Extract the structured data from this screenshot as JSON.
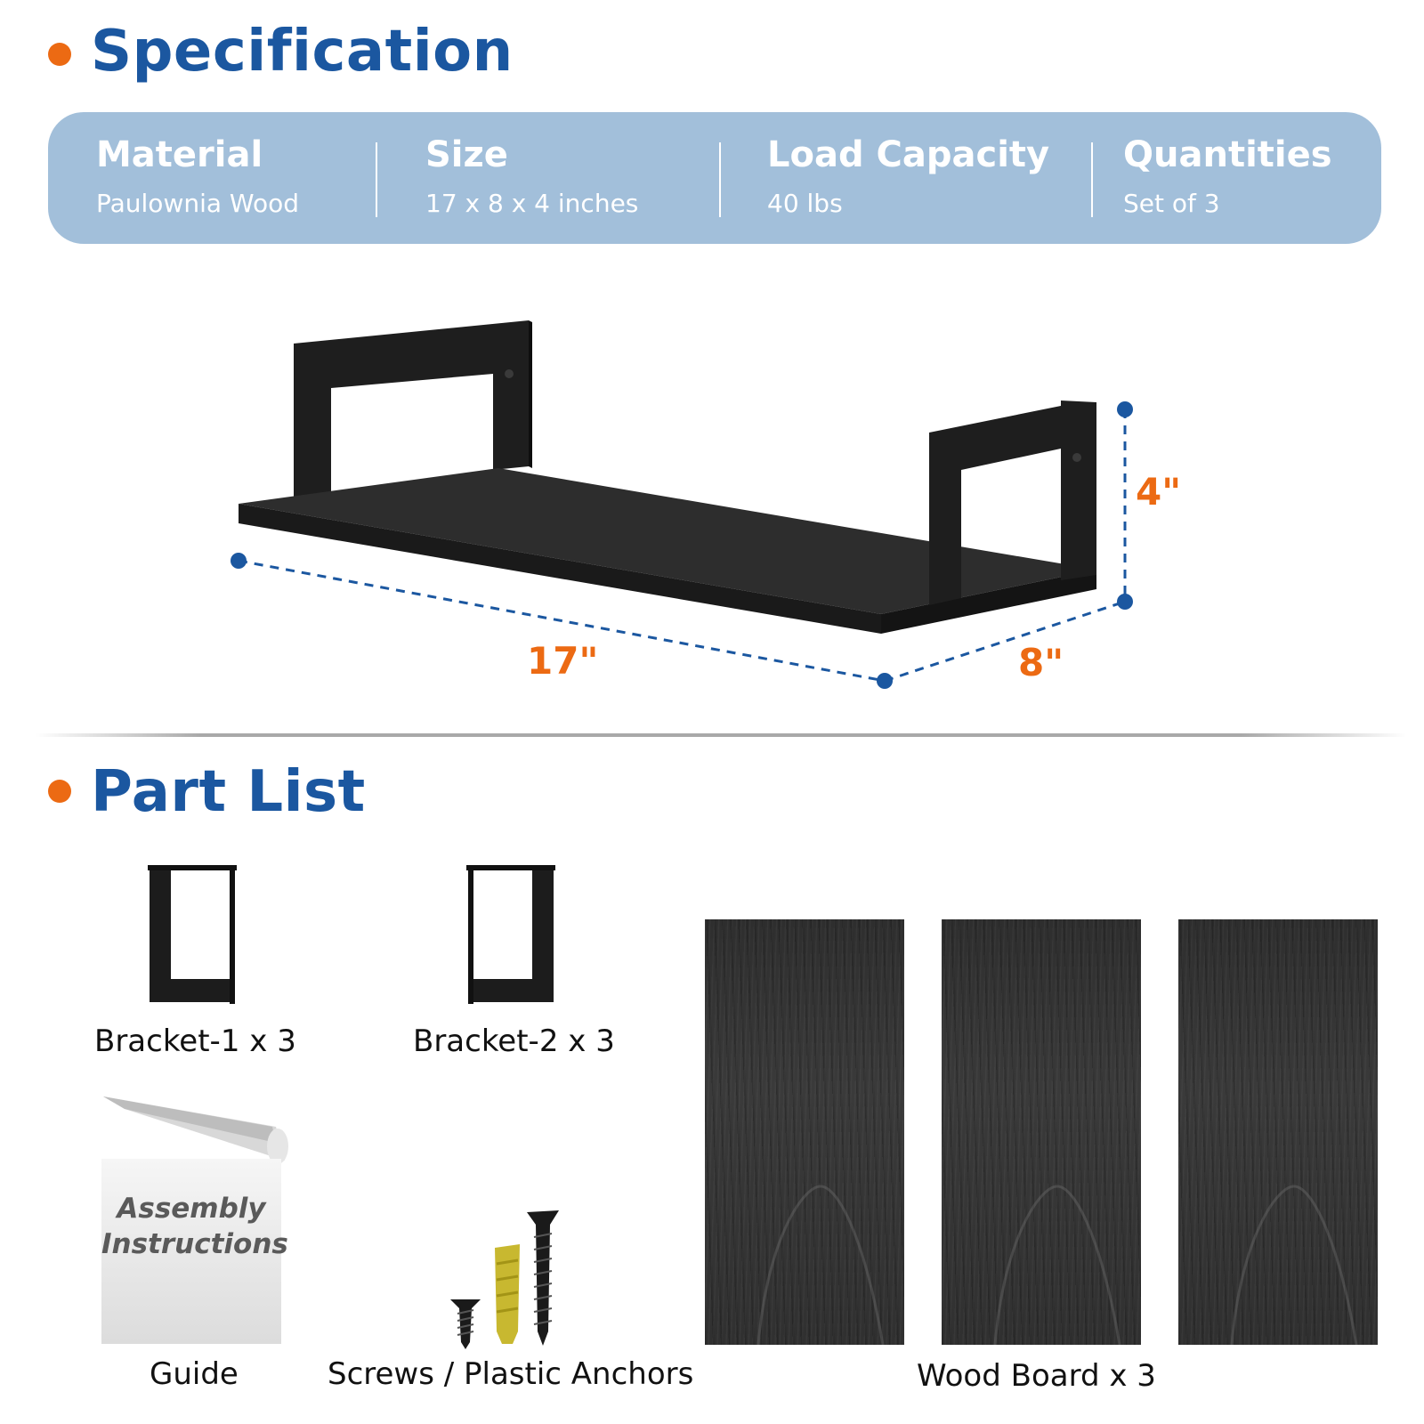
{
  "specification": {
    "title": "Specification",
    "items": [
      {
        "heading": "Material",
        "value": "Paulownia Wood"
      },
      {
        "heading": "Size",
        "value": "17 x 8 x 4 inches"
      },
      {
        "heading": "Load Capacity",
        "value": "40 lbs"
      },
      {
        "heading": "Quantities",
        "value": "Set of  3"
      }
    ],
    "dimensions": {
      "length": "17\"",
      "depth": "8\"",
      "height": "4\""
    }
  },
  "part_list": {
    "title": "Part List",
    "parts": {
      "bracket1": "Bracket-1 x 3",
      "bracket2": "Bracket-2 x 3",
      "guide": "Guide",
      "hardware": "Screws / Plastic Anchors",
      "boards": "Wood Board x 3"
    },
    "guide_cover": {
      "line1": "Assembly",
      "line2": "Instructions"
    }
  },
  "colors": {
    "accent_orange": "#ec6a13",
    "title_blue": "#1b57a0",
    "spec_bar": "#a2bfda",
    "dimension_line": "#1b57a0"
  },
  "icons": [
    "section-bullet-icon",
    "shelf-illustration",
    "bracket-icon",
    "screw-icon",
    "anchor-icon",
    "wood-board-image"
  ]
}
